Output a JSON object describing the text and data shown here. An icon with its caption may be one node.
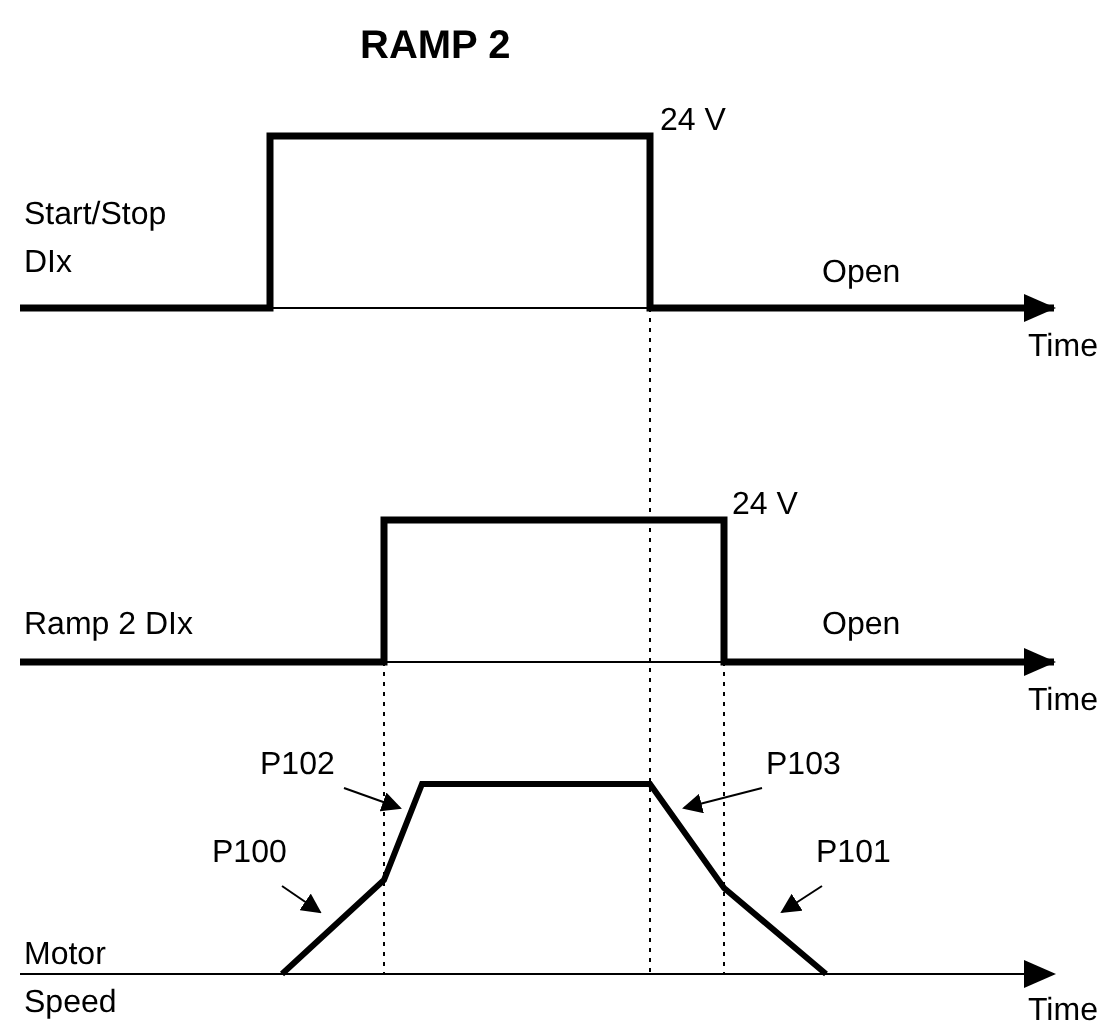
{
  "diagram": {
    "title": "RAMP 2",
    "nodes": [
      {
        "text": [
          "P102"
        ]
      },
      {
        "text": [
          "P103"
        ]
      },
      {
        "text": [
          "P100"
        ]
      },
      {
        "text": [
          "P101"
        ]
      }
    ],
    "edges": [
      {
        "from": 0,
        "to": null,
        "arrow": "to"
      },
      {
        "from": 1,
        "to": null,
        "arrow": "to"
      },
      {
        "from": 2,
        "to": null,
        "arrow": "to"
      },
      {
        "from": 3,
        "to": null,
        "arrow": "to"
      }
    ],
    "labels": [
      "24 V",
      "Start/Stop DIx",
      "Open",
      "Time",
      "24 V",
      "Ramp 2 DIx",
      "Open",
      "Time",
      "Motor Speed",
      "Time"
    ]
  }
}
